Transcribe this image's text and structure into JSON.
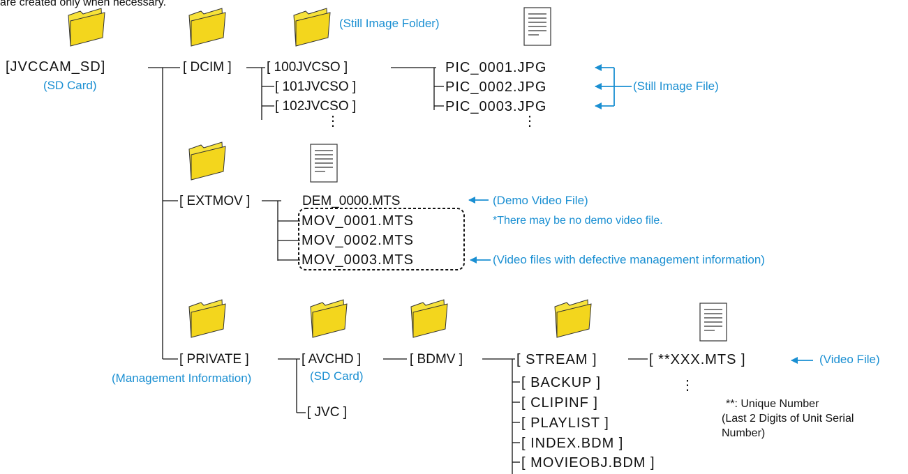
{
  "header_note": "are created only when necessary.",
  "root": {
    "label": "[JVCCAM_SD]",
    "caption": "(SD Card)"
  },
  "dcim": {
    "label": "[ DCIM ]",
    "folder_caption": "(Still Image Folder)",
    "subfolders": [
      "[ 100JVCSO ]",
      "[ 101JVCSO ]",
      "[ 102JVCSO ]"
    ],
    "files": [
      "PIC_0001.JPG",
      "PIC_0002.JPG",
      "PIC_0003.JPG"
    ],
    "files_caption": "(Still Image File)",
    "ellipsis": "⋮"
  },
  "extmov": {
    "label": "[ EXTMOV ]",
    "demo_file": "DEM_0000.MTS",
    "demo_caption": "(Demo Video File)",
    "demo_note": "*There may be no demo video file.",
    "files": [
      "MOV_0001.MTS",
      "MOV_0002.MTS",
      "MOV_0003.MTS"
    ],
    "files_caption": "(Video files with defective management information)"
  },
  "private": {
    "label": "[ PRIVATE ]",
    "caption": "(Management Information)",
    "avchd": {
      "label": "[ AVCHD ]",
      "caption": "(SD Card)"
    },
    "jvc": "[ JVC ]",
    "bdmv": "[ BDMV ]",
    "bdmv_children": [
      "[ STREAM ]",
      "[ BACKUP ]",
      "[ CLIPINF ]",
      "[ PLAYLIST ]",
      "[ INDEX.BDM ]",
      "[ MOVIEOBJ.BDM ]"
    ],
    "stream_file": "[ **XXX.MTS ]",
    "stream_caption": "(Video File)",
    "unique_note": [
      "**: Unique Number",
      "(Last 2 Digits of Unit Serial",
      "Number)"
    ],
    "ellipsis": "⋮"
  },
  "colors": {
    "accent": "#1a8fd2",
    "folder_fill": "#f7e23a",
    "line": "#111111"
  }
}
